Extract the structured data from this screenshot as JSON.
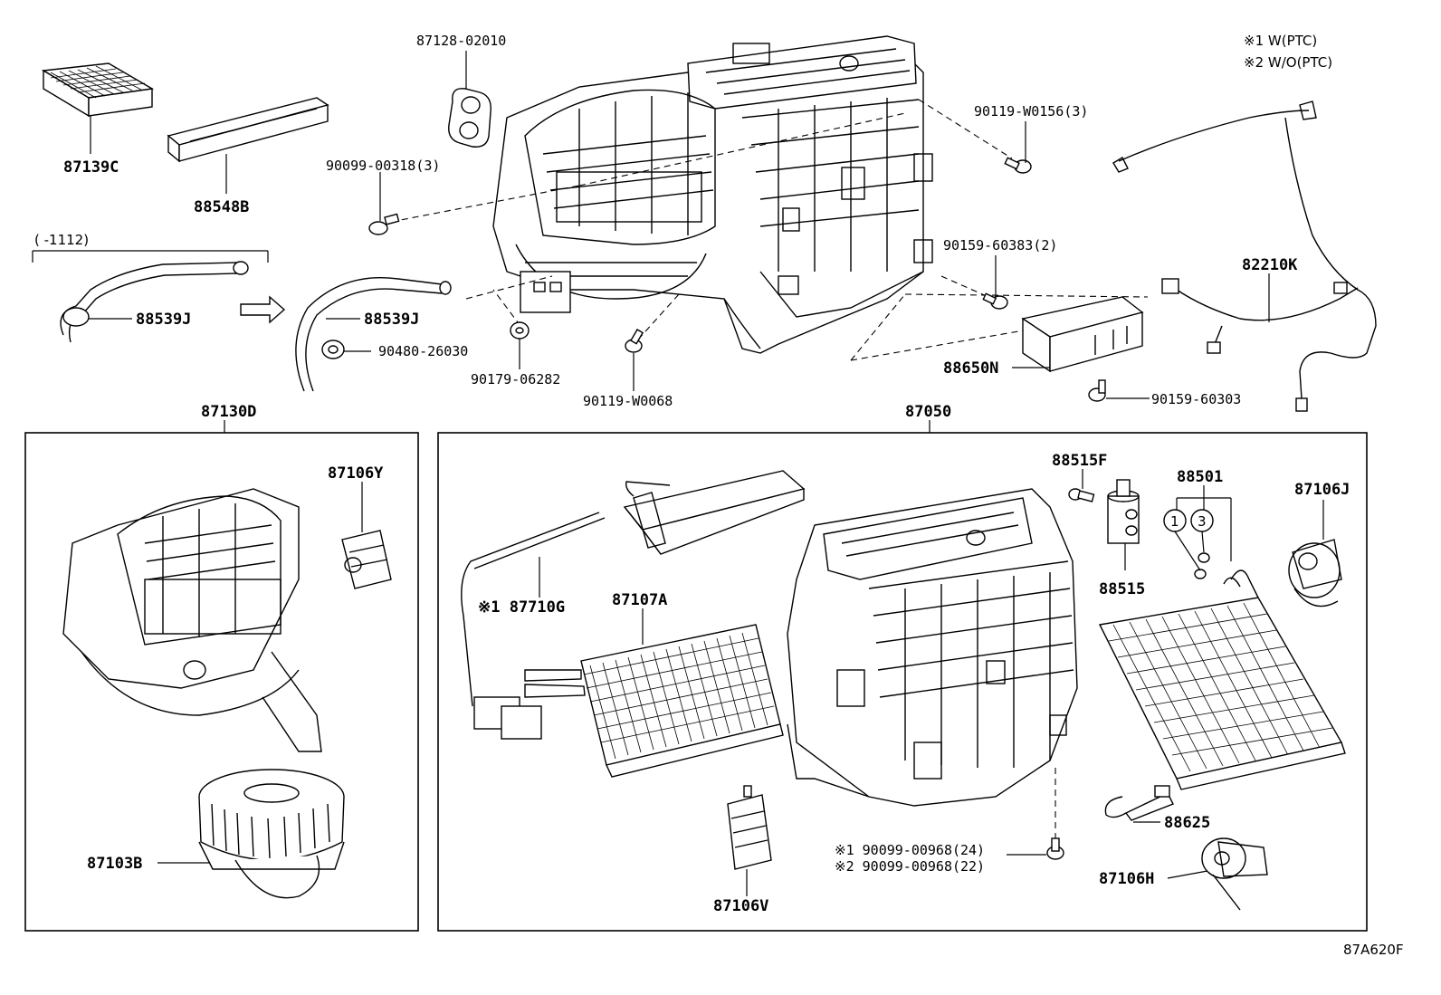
{
  "notes": {
    "note1": "※1 W(PTC)",
    "note2": "※2 W/O(PTC)"
  },
  "labels": {
    "p87128": "87128-02010",
    "p87139": "87139C",
    "p88548": "88548B",
    "p90099a": "90099-00318(3)",
    "p90119a": "90119-W0156(3)",
    "range": "(     -1112)",
    "p88539a": "88539J",
    "p88539b": "88539J",
    "p90480": "90480-26030",
    "p90179": "90179-06282",
    "p90119b": "90119-W0068",
    "p90159a": "90159-60383(2)",
    "p82210": "82210K",
    "p88650": "88650N",
    "p90159b": "90159-60303",
    "p87130": "87130D",
    "p87050": "87050",
    "p87106y": "87106Y",
    "p87103": "87103B",
    "p88515f": "88515F",
    "p88501": "88501",
    "p87106j": "87106J",
    "p87710": "※1 87710G",
    "p87107": "87107A",
    "p88515": "88515",
    "p88625": "88625",
    "p90099b": "※1 90099-00968(24)",
    "p90099c": "※2 90099-00968(22)",
    "p87106h": "87106H",
    "p87106v": "87106V",
    "circle1": "1",
    "circle3": "3",
    "code": "87A620F"
  }
}
